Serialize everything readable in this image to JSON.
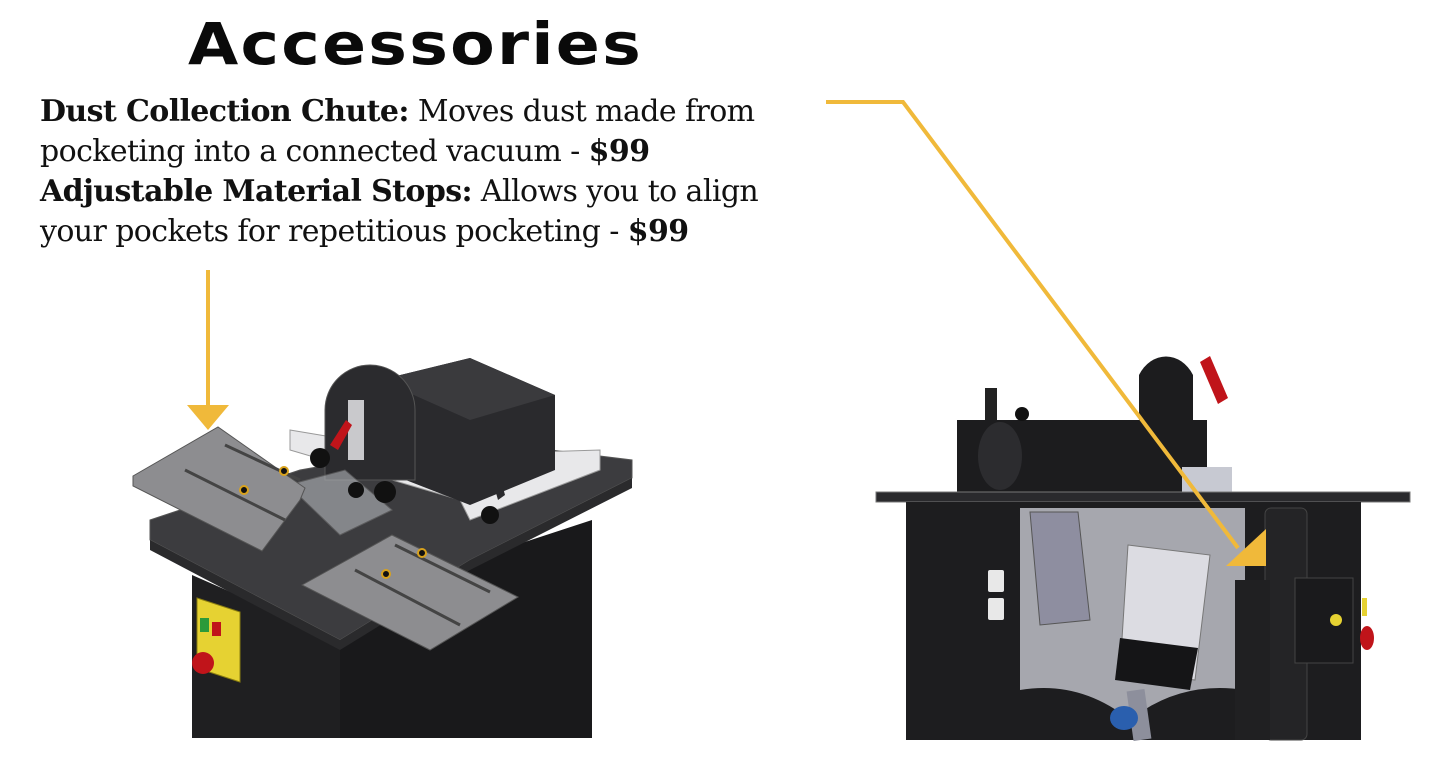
{
  "page": {
    "title": "Accessories"
  },
  "accessories": [
    {
      "name": "Dust Collection Chute:",
      "description_part1": " Moves dust made from",
      "description_part2": "pocketing  into a connected vacuum - ",
      "price": "$99"
    },
    {
      "name": "Adjustable Material Stops:",
      "description_part1": " Allows you to align",
      "description_part2": "your pockets for repetitious pocketing  - ",
      "price": "$99"
    }
  ],
  "images": {
    "left": "isometric-render-pocket-machine-with-material-stops",
    "right": "side-cutaway-render-pocket-machine-with-dust-chute"
  },
  "colors": {
    "arrow": "#F0B93A",
    "machine_body": "#1e1e20",
    "table_top": "#3a3a3c",
    "stop_plate": "#8a8a8c",
    "red_handle": "#c0141a",
    "yellow_box": "#e9d63a",
    "text": "#111111"
  }
}
